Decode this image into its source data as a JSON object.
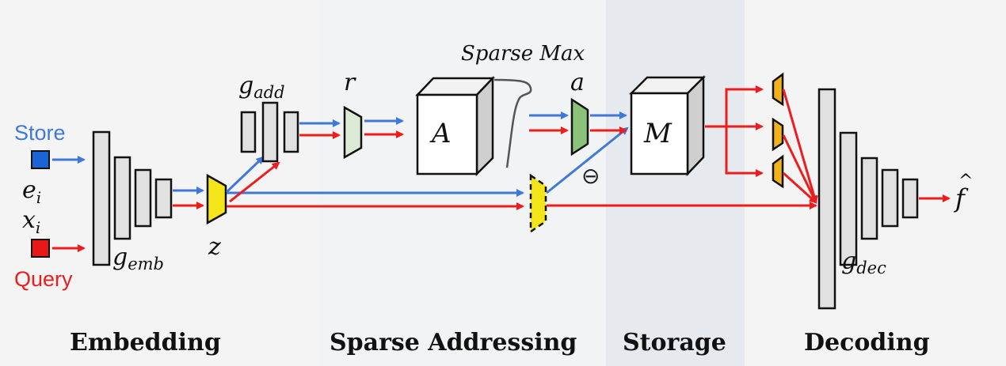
{
  "colors": {
    "store": "#3f78d6",
    "query": "#ee1c1c",
    "bg_light": "#f4f4f4",
    "bg_mid": "#e6e9ed",
    "layer_fill": "#e1e1e1",
    "yellow": "#f3e51a",
    "green_light": "#dcebd7",
    "green": "#8bc27a",
    "orange": "#f2b21a"
  },
  "inputs": {
    "store_label": "Store",
    "query_label": "Query",
    "e_base": "e",
    "x_base": "x",
    "sub_i": "i"
  },
  "labels": {
    "g_base": "g",
    "g_emb_sub": "emb",
    "g_add_sub": "add",
    "g_dec_sub": "dec",
    "z_base": "z",
    "r_base": "r",
    "a_base": "a",
    "f_base": "f",
    "hat": "^",
    "sparse_max": "Sparse Max",
    "A": "A",
    "M": "M",
    "minus": "⊖"
  },
  "sections": {
    "embedding": "Embedding",
    "sparse_addressing": "Sparse Addressing",
    "storage": "Storage",
    "decoding": "Decoding"
  }
}
